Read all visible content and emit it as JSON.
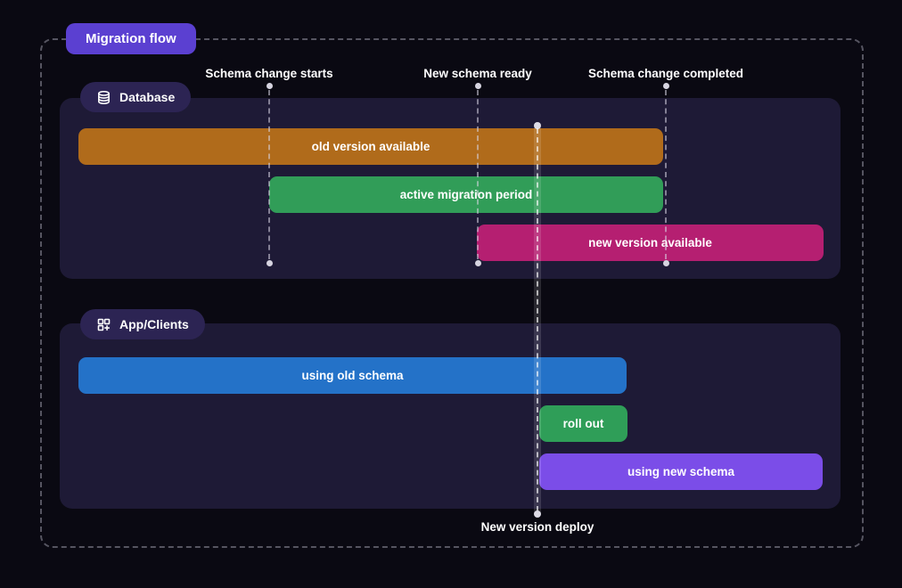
{
  "title_badge": {
    "label": "Migration flow",
    "color": "#5b40d1"
  },
  "milestones": [
    {
      "label": "Schema change starts"
    },
    {
      "label": "New schema ready"
    },
    {
      "label": "Schema change completed"
    }
  ],
  "deploy_marker": {
    "label": "New version deploy"
  },
  "sections": [
    {
      "label": "Database",
      "icon": "database-icon",
      "badge_color": "#2c2453",
      "bars": [
        {
          "label": "old version available",
          "color": "#b06b1b"
        },
        {
          "label": "active migration period",
          "color": "#319d58"
        },
        {
          "label": "new version available",
          "color": "#b51f71"
        }
      ]
    },
    {
      "label": "App/Clients",
      "icon": "apps-plus-icon",
      "badge_color": "#2c2453",
      "bars": [
        {
          "label": "using old schema",
          "color": "#2472c8"
        },
        {
          "label": "roll out",
          "color": "#2f9e58"
        },
        {
          "label": "using new schema",
          "color": "#7b4de8"
        }
      ]
    }
  ],
  "frame_border_color": "#d2d2e1",
  "panel_color": "#1e1a36",
  "background_color": "#0a0912"
}
